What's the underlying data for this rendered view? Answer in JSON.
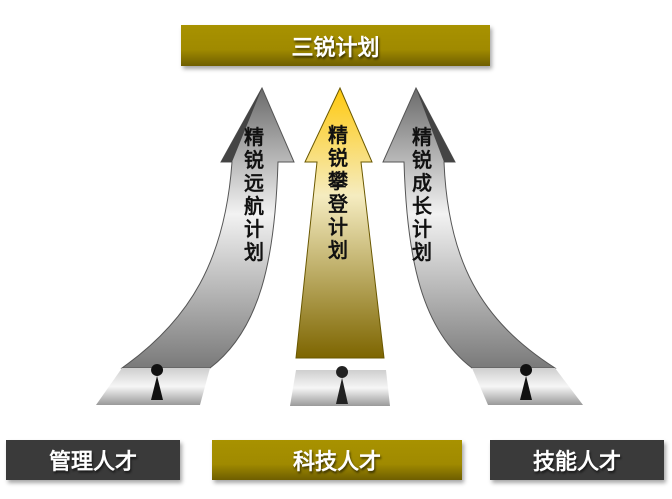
{
  "title": "三锐计划",
  "arrows": [
    {
      "label": "精锐远航计划"
    },
    {
      "label": "精锐攀登计划"
    },
    {
      "label": "精锐成长计划"
    }
  ],
  "categories": [
    {
      "label": "管理人才"
    },
    {
      "label": "科技人才"
    },
    {
      "label": "技能人才"
    }
  ],
  "colors": {
    "olive": "#a08a00",
    "dark": "#3a3a3a",
    "gold": "#f7c21a"
  }
}
